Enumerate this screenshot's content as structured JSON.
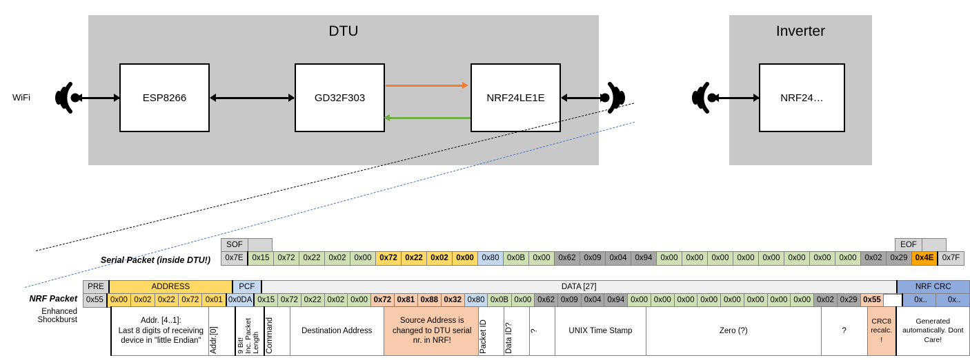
{
  "diagram": {
    "dtu": {
      "title": "DTU",
      "chips": [
        {
          "name": "ESP8266"
        },
        {
          "name": "GD32F303"
        },
        {
          "name": "NRF24LE1E"
        }
      ],
      "wifi_label": "WiFi",
      "arrow_tx_color": "#ed7d31",
      "arrow_rx_color": "#70ad47"
    },
    "inverter": {
      "title": "Inverter",
      "chips": [
        {
          "name": "NRF24…"
        }
      ]
    },
    "connector_black_color": "#000000",
    "connector_blue_color": "#4472c4"
  },
  "serial_row": {
    "label": "Serial Packet (inside DTU!)",
    "sof_header": "SOF",
    "eof_header": "EOF",
    "sof_value": "0x7E",
    "eof_value": "0x7F",
    "bytes": [
      {
        "v": "0x15",
        "c": "c-green"
      },
      {
        "v": "0x72",
        "c": "c-green"
      },
      {
        "v": "0x22",
        "c": "c-green"
      },
      {
        "v": "0x02",
        "c": "c-green"
      },
      {
        "v": "0x00",
        "c": "c-green"
      },
      {
        "v": "0x72",
        "c": "c-amber"
      },
      {
        "v": "0x22",
        "c": "c-amber"
      },
      {
        "v": "0x02",
        "c": "c-amber"
      },
      {
        "v": "0x00",
        "c": "c-amber"
      },
      {
        "v": "0x80",
        "c": "c-blue"
      },
      {
        "v": "0x0B",
        "c": "c-green"
      },
      {
        "v": "0x00",
        "c": "c-green"
      },
      {
        "v": "0x62",
        "c": "c-dgray"
      },
      {
        "v": "0x09",
        "c": "c-dgray"
      },
      {
        "v": "0x04",
        "c": "c-dgray"
      },
      {
        "v": "0x94",
        "c": "c-dgray"
      },
      {
        "v": "0x00",
        "c": "c-green"
      },
      {
        "v": "0x00",
        "c": "c-green"
      },
      {
        "v": "0x00",
        "c": "c-green"
      },
      {
        "v": "0x00",
        "c": "c-green"
      },
      {
        "v": "0x00",
        "c": "c-green"
      },
      {
        "v": "0x00",
        "c": "c-green"
      },
      {
        "v": "0x00",
        "c": "c-green"
      },
      {
        "v": "0x00",
        "c": "c-green"
      },
      {
        "v": "0x02",
        "c": "c-dgray"
      },
      {
        "v": "0x29",
        "c": "c-dgray"
      },
      {
        "v": "0x4E",
        "c": "c-orange"
      }
    ]
  },
  "nrf_row": {
    "label": "NRF Packet",
    "sublabel": "Enhanced Shockburst",
    "headers": {
      "pre": "PRE",
      "address": "ADDRESS",
      "pcf": "PCF",
      "data": "DATA [27]",
      "crc": "NRF CRC"
    },
    "pre_value": "0x55",
    "address_values": [
      "0x00",
      "0x02",
      "0x22",
      "0x72",
      "0x01"
    ],
    "pcf_value": "0x0DA",
    "bytes": [
      {
        "v": "0x15",
        "c": "c-green"
      },
      {
        "v": "0x72",
        "c": "c-green"
      },
      {
        "v": "0x22",
        "c": "c-green"
      },
      {
        "v": "0x02",
        "c": "c-green"
      },
      {
        "v": "0x00",
        "c": "c-green"
      },
      {
        "v": "0x72",
        "c": "c-salmon",
        "b": true
      },
      {
        "v": "0x81",
        "c": "c-salmon",
        "b": true
      },
      {
        "v": "0x88",
        "c": "c-salmon",
        "b": true
      },
      {
        "v": "0x32",
        "c": "c-salmon",
        "b": true
      },
      {
        "v": "0x80",
        "c": "c-blue"
      },
      {
        "v": "0x0B",
        "c": "c-green"
      },
      {
        "v": "0x00",
        "c": "c-green"
      },
      {
        "v": "0x62",
        "c": "c-dgray"
      },
      {
        "v": "0x09",
        "c": "c-dgray"
      },
      {
        "v": "0x04",
        "c": "c-dgray"
      },
      {
        "v": "0x94",
        "c": "c-dgray"
      },
      {
        "v": "0x00",
        "c": "c-green"
      },
      {
        "v": "0x00",
        "c": "c-green"
      },
      {
        "v": "0x00",
        "c": "c-green"
      },
      {
        "v": "0x00",
        "c": "c-green"
      },
      {
        "v": "0x00",
        "c": "c-green"
      },
      {
        "v": "0x00",
        "c": "c-green"
      },
      {
        "v": "0x00",
        "c": "c-green"
      },
      {
        "v": "0x00",
        "c": "c-green"
      },
      {
        "v": "0x02",
        "c": "c-dgray"
      },
      {
        "v": "0x29",
        "c": "c-dgray"
      },
      {
        "v": "0x55",
        "c": "c-salmon",
        "b": true
      }
    ],
    "crc_values": [
      "0x..",
      "0x.."
    ]
  },
  "descriptions": {
    "address": "Addr. [4..1]:\nLast 8 digits of receiving device in \"little Endian\"",
    "addr0": "Addr.[0]",
    "pcf": "9 Bit!\nInc. Packet Length",
    "pcf_line1": "9 Bit!",
    "pcf_line2": "Inc. Packet",
    "pcf_line3": "Length",
    "command": "Command",
    "destination": "Destination Address",
    "source": "Source Address is changed to DTU serial nr. in NRF!",
    "packet_id": "Packet ID",
    "data_id": "Data ID?",
    "tilde": "?",
    "unix": "UNIX Time Stamp",
    "zero": "Zero (?)",
    "question": "?",
    "crc8": "CRC8 recalc. !",
    "crc_auto": "Generated automatically. Dont Care!"
  }
}
